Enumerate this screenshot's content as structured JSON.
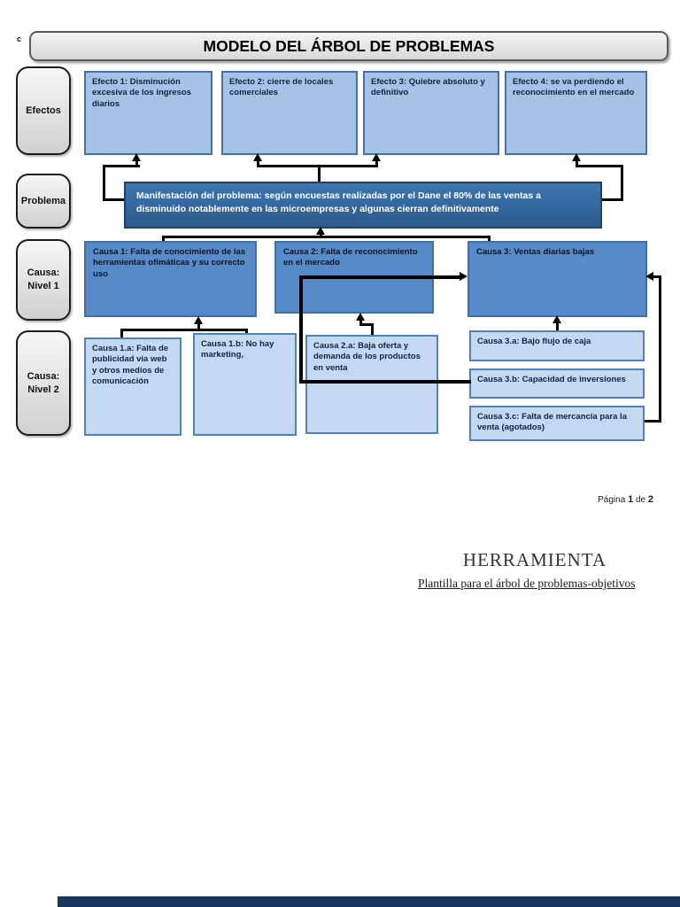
{
  "header": {
    "corner_mark": "c",
    "title": "MODELO DEL ÁRBOL DE PROBLEMAS",
    "subtitle_clipped": "Plantilla para el árbol de problemas-objetivos"
  },
  "sidebar": {
    "items": [
      {
        "label": "Efectos"
      },
      {
        "label": "Problema"
      },
      {
        "label": "Causa:\nNivel 1"
      },
      {
        "label": "Causa:\nNivel 2"
      }
    ]
  },
  "diagram": {
    "effects": [
      {
        "label": "Efecto 1: Disminución excesiva de los ingresos diarios"
      },
      {
        "label": "Efecto 2: cierre de locales comerciales"
      },
      {
        "label": "Efecto 3: Quiebre absoluto y definitivo"
      },
      {
        "label": "Efecto 4: se va perdiendo el reconocimiento en el mercado"
      }
    ],
    "problem": {
      "label": "Manifestación del problema: según encuestas realizadas por el Dane el 80% de las ventas a disminuido notablemente en las microempresas  y algunas cierran definitivamente"
    },
    "causes_level1": [
      {
        "label": "Causa 1: Falta de conocimiento de las herramientas ofimáticas y su correcto uso"
      },
      {
        "label": "Causa 2: Falta de reconocimiento en el mercado"
      },
      {
        "label": "Causa 3: Ventas diarias bajas"
      }
    ],
    "causes_level2": [
      {
        "label": "Causa 1.a: Falta de publicidad vía web y otros medios de comunicación"
      },
      {
        "label": "Causa 1.b: No hay marketing,"
      },
      {
        "label": "Causa 2.a: Baja oferta y demanda de los productos en venta"
      },
      {
        "label": "Causa 3.a: Bajo flujo de caja"
      },
      {
        "label": "Causa 3.b: Capacidad de inversiones"
      },
      {
        "label": "Causa 3.c: Falta de mercancía para la venta (agotados)"
      }
    ]
  },
  "footer": {
    "page_prefix": "Página",
    "page_number": "1",
    "page_mid": "de",
    "page_total": "2",
    "heading": "HERRAMIENTA",
    "link": "Plantilla para el árbol de problemas-objetivos"
  },
  "colors": {
    "effect_fill": "#a5c2e6",
    "level1_fill": "#568ac8",
    "level2_fill": "#c4d8f1",
    "problem_fill": "#2e5f94",
    "border_blue": "#4472a8",
    "line": "#000000",
    "bottom_bar": "#17365d"
  }
}
